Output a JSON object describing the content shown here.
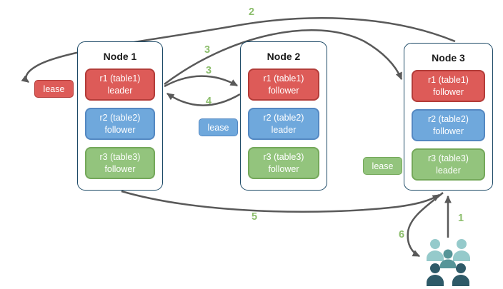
{
  "nodes": [
    {
      "title": "Node 1",
      "replicas": [
        {
          "name": "r1 (table1)",
          "role": "leader",
          "color": "red"
        },
        {
          "name": "r2 (table2)",
          "role": "follower",
          "color": "blue"
        },
        {
          "name": "r3 (table3)",
          "role": "follower",
          "color": "green"
        }
      ]
    },
    {
      "title": "Node 2",
      "replicas": [
        {
          "name": "r1 (table1)",
          "role": "follower",
          "color": "red"
        },
        {
          "name": "r2 (table2)",
          "role": "leader",
          "color": "blue"
        },
        {
          "name": "r3 (table3)",
          "role": "follower",
          "color": "green"
        }
      ]
    },
    {
      "title": "Node 3",
      "replicas": [
        {
          "name": "r1 (table1)",
          "role": "follower",
          "color": "red"
        },
        {
          "name": "r2 (table2)",
          "role": "follower",
          "color": "blue"
        },
        {
          "name": "r3 (table3)",
          "role": "leader",
          "color": "green"
        }
      ]
    }
  ],
  "leases": [
    {
      "label": "lease",
      "color": "red"
    },
    {
      "label": "lease",
      "color": "blue"
    },
    {
      "label": "lease",
      "color": "green"
    }
  ],
  "steps": {
    "s1": "1",
    "s2": "2",
    "s3a": "3",
    "s3b": "3",
    "s4": "4",
    "s5": "5",
    "s6": "6"
  },
  "icons": {
    "users": "users-group-icon"
  },
  "colors": {
    "red": "#DD5B58",
    "red_border": "#B33C39",
    "blue": "#6FA8DC",
    "blue_border": "#5488C2",
    "green": "#93C47D",
    "green_border": "#74A85A",
    "node_border": "#1C4966",
    "arrow": "#595959",
    "step_label": "#8CBE6C",
    "users_light": "#95CACB",
    "users_mid": "#569598",
    "users_dark": "#2E5A68"
  }
}
